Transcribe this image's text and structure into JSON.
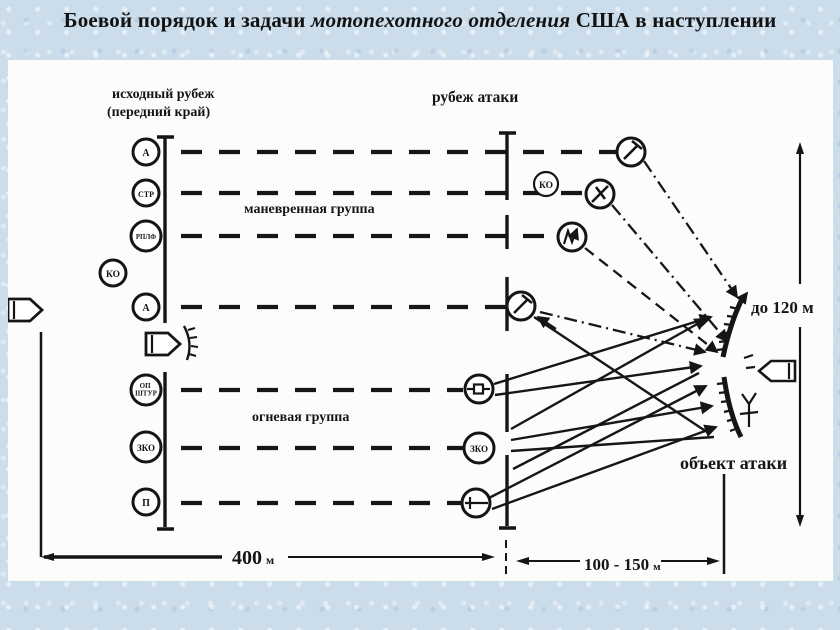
{
  "title": {
    "part1": "Боевой порядок и задачи ",
    "part2_italic": "мотопехотного отделения",
    "part3": "  США в наступлении"
  },
  "labels": {
    "start_line_1": "исходный рубеж",
    "start_line_2": "(передний край)",
    "attack_line": "рубеж атаки",
    "maneuver_group": "маневренная группа",
    "fire_group": "огневая группа",
    "depth": "до 120 м",
    "objective": "объект атаки",
    "dist_400": {
      "value": "400",
      "unit": "м"
    },
    "dist_100_150": {
      "value": "100 - 150",
      "unit": "м"
    }
  },
  "start_circles": [
    {
      "label": "А"
    },
    {
      "label": "СТР"
    },
    {
      "label": "РПЛФ"
    },
    {
      "label": "КО"
    },
    {
      "label": "А"
    },
    {
      "line1": "ОП",
      "line2": "ШТУР"
    },
    {
      "label": "ЗКО"
    },
    {
      "label": "П"
    }
  ],
  "attack_circles": {
    "ko": "КО",
    "zko": "ЗКО"
  },
  "icons": {
    "rifle_position": "diagonal-rifle-icon",
    "mg_position": "crossed-mg-icon",
    "saw_position": "zigzag-arrow-icon",
    "atgm_position": "square-launcher-icon",
    "lmg_position": "barline-mg-icon",
    "friendly_apc": "apc-right-icon",
    "enemy_apc": "apc-left-icon",
    "enemy_mg": "forked-mg-icon"
  },
  "colors": {
    "ink": "#151515",
    "background": "#cbdcea",
    "panel": "#fcfcfa"
  }
}
